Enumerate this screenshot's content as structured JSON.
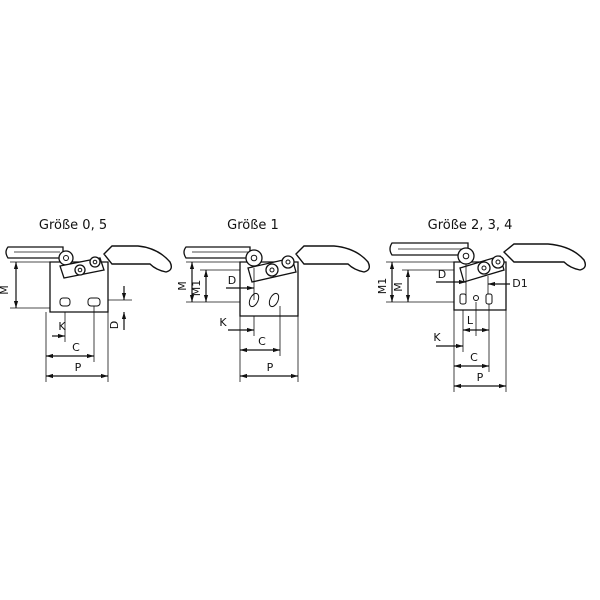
{
  "figures": [
    {
      "title": "Größe 0, 5",
      "labels": {
        "M": "M",
        "K": "K",
        "C": "C",
        "P": "P",
        "D": "D"
      }
    },
    {
      "title": "Größe 1",
      "labels": {
        "M": "M",
        "M1": "M1",
        "D": "D",
        "K": "K",
        "C": "C",
        "P": "P"
      }
    },
    {
      "title": "Größe 2, 3, 4",
      "labels": {
        "M1": "M1",
        "M": "M",
        "D": "D",
        "D1": "D1",
        "L": "L",
        "K": "K",
        "C": "C",
        "P": "P"
      }
    }
  ]
}
